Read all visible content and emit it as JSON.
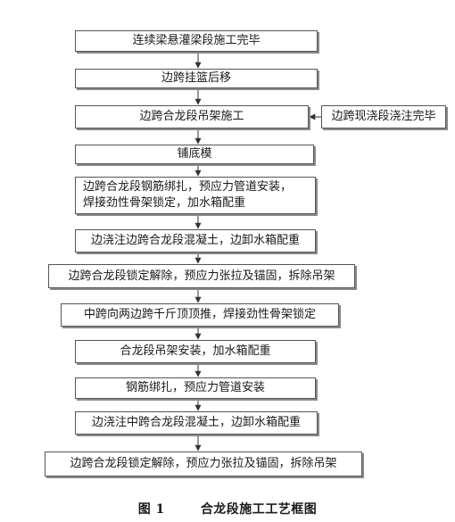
{
  "flow": {
    "steps": [
      "连续梁悬灌梁段施工完毕",
      "边跨挂篮后移",
      "边跨合龙段吊架施工",
      "铺底模",
      [
        "边跨合龙段钢筋绑扎，预应力管道安装，",
        "焊接劲性骨架锁定，加水箱配重"
      ],
      "边浇注边跨合龙段混凝土，边卸水箱配重",
      "边跨合龙段锁定解除，预应力张拉及锚固，拆除吊架",
      "中跨向两边跨千斤顶顶推，焊接劲性骨架锁定",
      "合龙段吊架安装，加水箱配重",
      "钢筋绑扎，预应力管道安装",
      "边浇注中跨合龙段混凝土，边卸水箱配重",
      "边跨合龙段锁定解除，预应力张拉及锚固，拆除吊架"
    ],
    "side_step": "边跨现浇段浇注完毕"
  },
  "caption": {
    "number": "图 1",
    "title": "合龙段施工工艺框图"
  }
}
